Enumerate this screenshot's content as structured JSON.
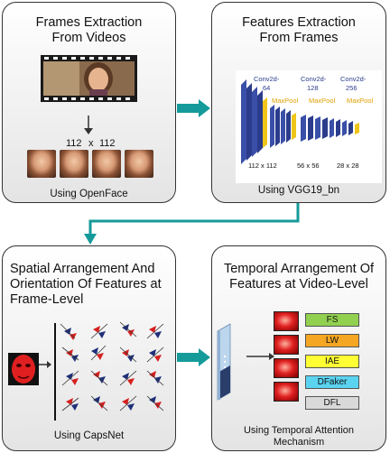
{
  "panels": {
    "frames": {
      "title_line1": "Frames Extraction",
      "title_line2": "From Videos",
      "size_w": "112",
      "size_x": "x",
      "size_h": "112",
      "caption": "Using OpenFace"
    },
    "features": {
      "title_line1": "Features Extraction",
      "title_line2": "From Frames",
      "conv1": "Conv2d-",
      "conv1_n": "64",
      "conv2": "Conv2d-",
      "conv2_n": "128",
      "conv3": "Conv2d-",
      "conv3_n": "256",
      "maxpool": "MaxPool",
      "dim1": "112 x 112",
      "dim2": "56 x 56",
      "dim3": "28 x 28",
      "caption": "Using VGG19_bn"
    },
    "spatial": {
      "title_line1": "Spatial Arrangement And",
      "title_line2": "Orientation Of Features at",
      "title_line3": "Frame-Level",
      "caption": "Using CapsNet"
    },
    "temporal": {
      "title_line1": "Temporal Arrangement Of",
      "title_line2": "Features at Video-Level",
      "classes": [
        {
          "label": "FS",
          "color": "#92d050"
        },
        {
          "label": "LW",
          "color": "#f5a623"
        },
        {
          "label": "IAE",
          "color": "#ffff33"
        },
        {
          "label": "DFaker",
          "color": "#5ad3f0"
        },
        {
          "label": "DFL",
          "color": "#d9d9d9"
        }
      ],
      "caption_line1": "Using Temporal Attention",
      "caption_line2": "Mechanism"
    }
  },
  "colors": {
    "arrow_teal": "#159a9a",
    "conv_blue": "#3a4fa8",
    "pool_yellow": "#f0c419",
    "caps_red": "#d62020",
    "caps_navy": "#1f2f7a"
  }
}
